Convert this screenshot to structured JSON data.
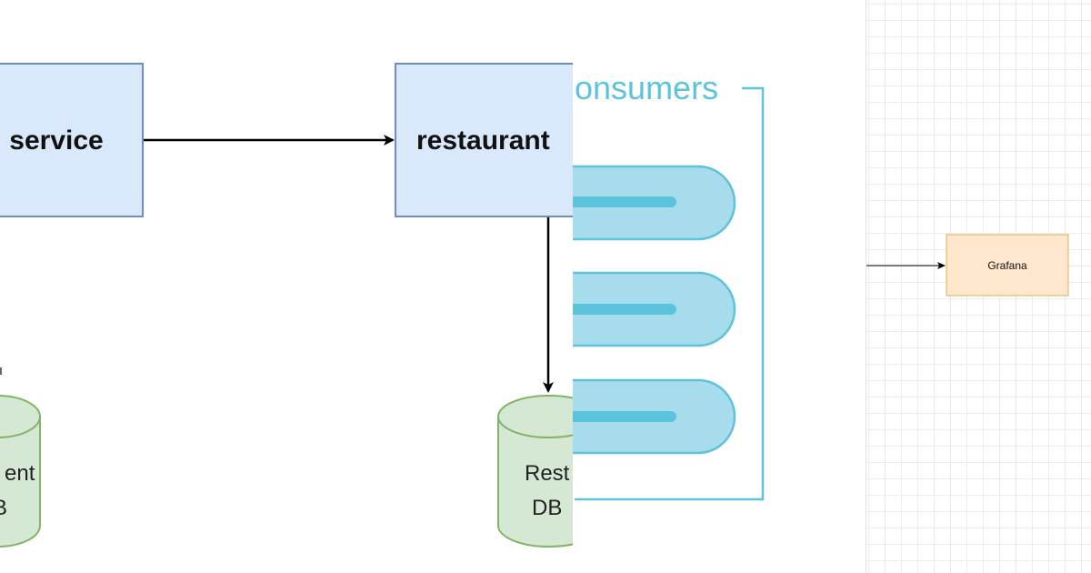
{
  "panel_left": {
    "service_label": "service",
    "restaurant_label": "restaurant",
    "db_left_line1": "ent",
    "db_left_line2": "B",
    "db_right_line1": "Rest",
    "db_right_line2": "DB"
  },
  "panel_middle": {
    "group_label": "onsumers"
  },
  "panel_right": {
    "grafana_label": "Grafana"
  },
  "colors": {
    "service_fill": "#dae8fc",
    "service_stroke": "#6c8ebf",
    "db_fill": "#d5e8d4",
    "db_stroke": "#82b366",
    "consumer_fill": "#a6dcec",
    "consumer_stroke": "#5ec2dc",
    "grafana_fill": "#ffe6cc",
    "grafana_stroke": "#d6b656"
  }
}
